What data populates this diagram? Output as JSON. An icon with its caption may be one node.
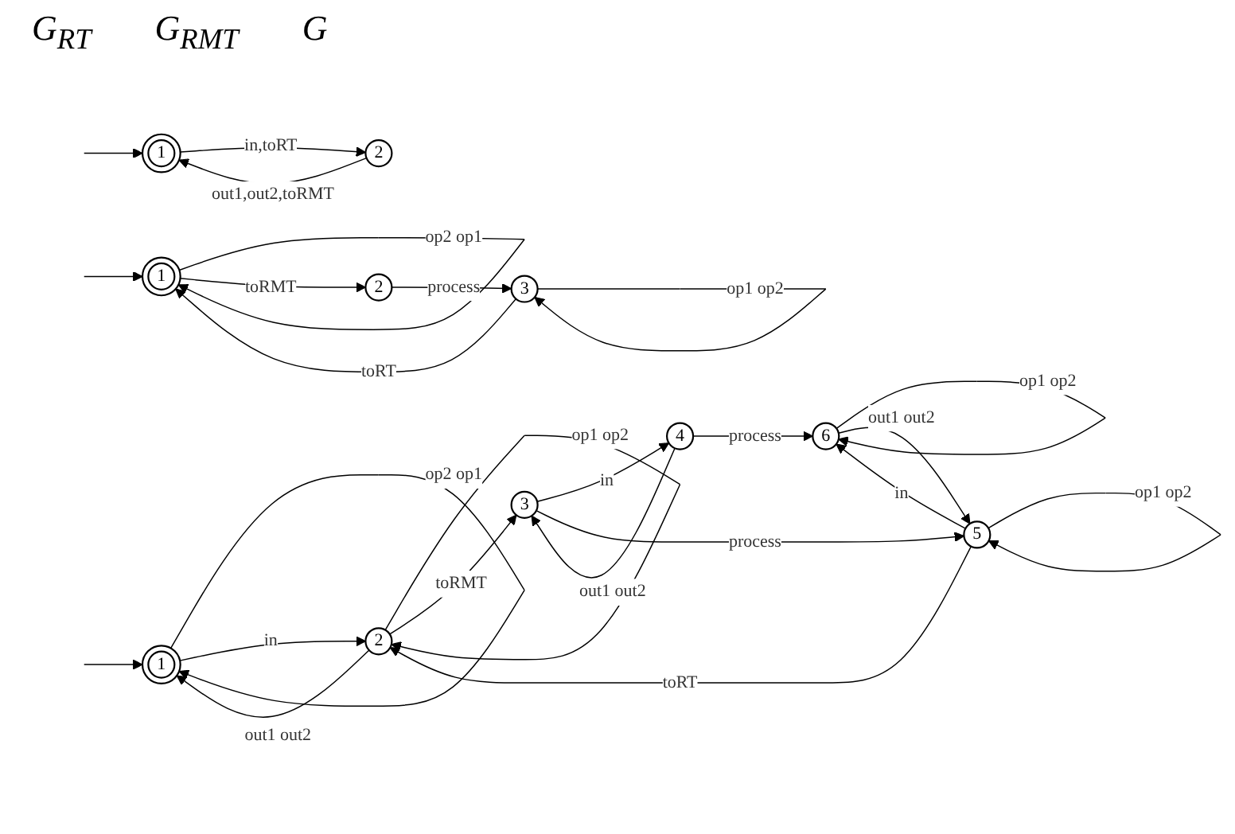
{
  "diagram": {
    "nodes": [
      {
        "text": [
          "1"
        ]
      },
      {
        "text": [
          "2"
        ]
      },
      {
        "text": [
          "1"
        ]
      },
      {
        "text": [
          "2"
        ]
      },
      {
        "text": [
          "3"
        ]
      },
      {
        "text": [
          "1"
        ]
      },
      {
        "text": [
          "2"
        ]
      },
      {
        "text": [
          "3"
        ]
      },
      {
        "text": [
          "4"
        ]
      },
      {
        "text": [
          "5"
        ]
      },
      {
        "text": [
          "6"
        ]
      }
    ],
    "edges": [
      {
        "from": null,
        "to": 0,
        "arrow": "to"
      },
      {
        "from": 0,
        "to": 1,
        "arrow": "to",
        "label": "in,toRT"
      },
      {
        "from": 1,
        "to": 0,
        "arrow": "to",
        "label": "out1,out2,toRMT"
      },
      {
        "from": null,
        "to": 2,
        "arrow": "to"
      },
      {
        "from": 2,
        "to": 2,
        "arrow": "to",
        "label": "op2 op1"
      },
      {
        "from": 2,
        "to": 3,
        "arrow": "to",
        "label": "toRMT"
      },
      {
        "from": 3,
        "to": 4,
        "arrow": "to",
        "label": "process"
      },
      {
        "from": 4,
        "to": 4,
        "arrow": "to",
        "label": "op1 op2"
      },
      {
        "from": 4,
        "to": 2,
        "arrow": "to",
        "label": "toRT"
      },
      {
        "from": null,
        "to": 5,
        "arrow": "to"
      },
      {
        "from": 5,
        "to": 5,
        "arrow": "to",
        "label": "op2 op1"
      },
      {
        "from": 6,
        "to": 5,
        "arrow": "to",
        "label": "out1 out2"
      },
      {
        "from": 5,
        "to": 6,
        "arrow": "to",
        "label": "in"
      },
      {
        "from": 6,
        "to": 6,
        "arrow": "to",
        "label": "op1 op2"
      },
      {
        "from": 6,
        "to": 7,
        "arrow": "to",
        "label": "toRMT"
      },
      {
        "from": 7,
        "to": 8,
        "arrow": "to",
        "label": "in"
      },
      {
        "from": 8,
        "to": 7,
        "arrow": "to",
        "label": "out1 out2"
      },
      {
        "from": 8,
        "to": 10,
        "arrow": "to",
        "label": "process"
      },
      {
        "from": 7,
        "to": 9,
        "arrow": "to",
        "label": "process"
      },
      {
        "from": 10,
        "to": 10,
        "arrow": "to",
        "label": "op1 op2"
      },
      {
        "from": 10,
        "to": 9,
        "arrow": "to",
        "label": "out1 out2"
      },
      {
        "from": 9,
        "to": 10,
        "arrow": "to",
        "label": "in"
      },
      {
        "from": 9,
        "to": 9,
        "arrow": "to",
        "label": "op1 op2"
      },
      {
        "from": 9,
        "to": 6,
        "arrow": "to",
        "label": "toRT"
      }
    ],
    "labels": [
      "G$_{RT}$",
      "G$_{RMT}$",
      "G"
    ]
  }
}
